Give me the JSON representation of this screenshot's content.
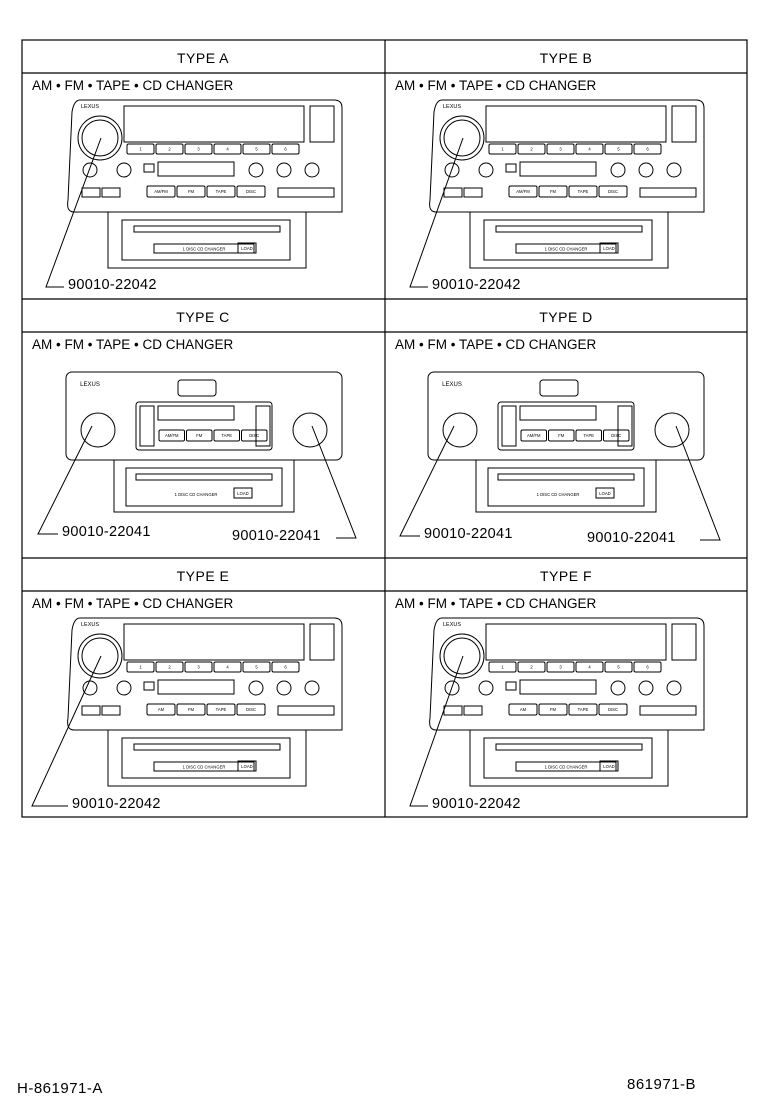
{
  "footer": {
    "left_code": "H‐861971‐A",
    "right_code": "861971‐B"
  },
  "cells": [
    {
      "title": "TYPE  A",
      "subtitle": "AM • FM • TAPE • CD CHANGER",
      "parts": [
        "90010‐22042"
      ],
      "unit_labels": {
        "brand": "LEXUS",
        "cd": "1 DISC CD CHANGER",
        "load": "LOAD",
        "presets": [
          "1",
          "2",
          "3",
          "4",
          "5",
          "6"
        ],
        "source": [
          "AM/FM",
          "FM",
          "TAPE",
          "DISC"
        ]
      }
    },
    {
      "title": "TYPE  B",
      "subtitle": "AM • FM • TAPE • CD CHANGER",
      "parts": [
        "90010‐22042"
      ],
      "unit_labels": {
        "brand": "LEXUS",
        "cd": "1 DISC CD CHANGER",
        "load": "LOAD",
        "presets": [
          "1",
          "2",
          "3",
          "4",
          "5",
          "6"
        ],
        "source": [
          "AM/FM",
          "FM",
          "TAPE",
          "DISC"
        ]
      }
    },
    {
      "title": "TYPE  C",
      "subtitle": "AM • FM • TAPE • CD CHANGER",
      "parts": [
        "90010‐22041",
        "90010‐22041"
      ],
      "unit_labels": {
        "brand": "LEXUS",
        "cd": "1 DISC CD CHANGER",
        "load": "LOAD",
        "presets": [],
        "source": [
          "AM/FM",
          "FM",
          "TAPE",
          "DISC"
        ]
      }
    },
    {
      "title": "TYPE  D",
      "subtitle": "AM • FM • TAPE • CD CHANGER",
      "parts": [
        "90010‐22041",
        "90010‐22041"
      ],
      "unit_labels": {
        "brand": "LEXUS",
        "cd": "1 DISC CD CHANGER",
        "load": "LOAD",
        "presets": [],
        "source": [
          "AM/FM",
          "FM",
          "TAPE",
          "DISC"
        ]
      }
    },
    {
      "title": "TYPE  E",
      "subtitle": "AM • FM • TAPE • CD CHANGER",
      "parts": [
        "90010‐22042"
      ],
      "unit_labels": {
        "brand": "LEXUS",
        "cd": "1 DISC CD CHANGER",
        "load": "LOAD",
        "presets": [
          "1",
          "2",
          "3",
          "4",
          "5",
          "6"
        ],
        "source": [
          "AM",
          "FM",
          "TAPE",
          "DISC"
        ]
      }
    },
    {
      "title": "TYPE  F",
      "subtitle": "AM • FM • TAPE • CD CHANGER",
      "parts": [
        "90010‐22042"
      ],
      "unit_labels": {
        "brand": "LEXUS",
        "cd": "1 DISC CD CHANGER",
        "load": "LOAD",
        "presets": [
          "1",
          "2",
          "3",
          "4",
          "5",
          "6"
        ],
        "source": [
          "AM",
          "FM",
          "TAPE",
          "DISC"
        ]
      }
    }
  ]
}
